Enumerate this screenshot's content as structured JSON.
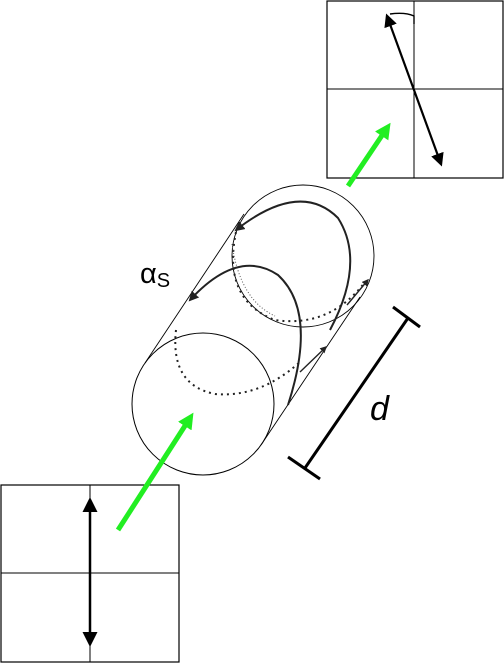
{
  "labels": {
    "alpha": "α",
    "alpha_subscript": "S",
    "distance": "d"
  },
  "colors": {
    "beam_arrow": "#22ee22",
    "line": "#000000",
    "thin": "#333333",
    "background": "#ffffff"
  },
  "icons": {
    "beam": "green-arrow",
    "polarization": "double-headed-arrow",
    "rotation": "curved-arrow"
  }
}
